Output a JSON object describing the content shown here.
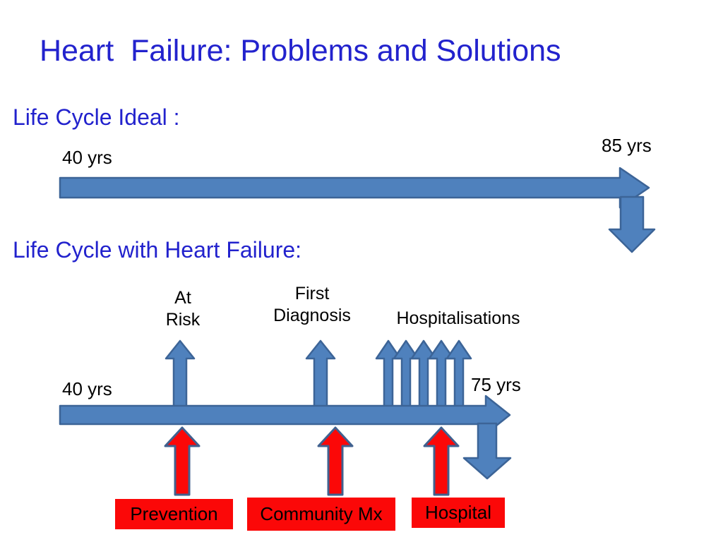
{
  "slide": {
    "title": "Heart  Failure: Problems and Solutions",
    "sections": {
      "ideal": {
        "heading": "Life Cycle Ideal :",
        "start_label": "40 yrs",
        "end_label": "85 yrs"
      },
      "heart_failure": {
        "heading": "Life Cycle with Heart Failure:",
        "start_label": "40 yrs",
        "end_label": "75 yrs",
        "event_labels": {
          "at_risk": "At\nRisk",
          "first_diagnosis": "First\nDiagnosis",
          "hospitalisations": "Hospitalisations"
        },
        "hospitalisation_arrow_count": 5,
        "interventions": [
          "Prevention",
          "Community Mx",
          "Hospital"
        ]
      }
    }
  },
  "colors": {
    "title-blue": "#2222cd",
    "arrow-fill": "#4f81bd",
    "arrow-border": "#3c6497",
    "intervention-red": "#fb0808",
    "red-arrow-border": "#40618f",
    "text-black": "#000000"
  }
}
